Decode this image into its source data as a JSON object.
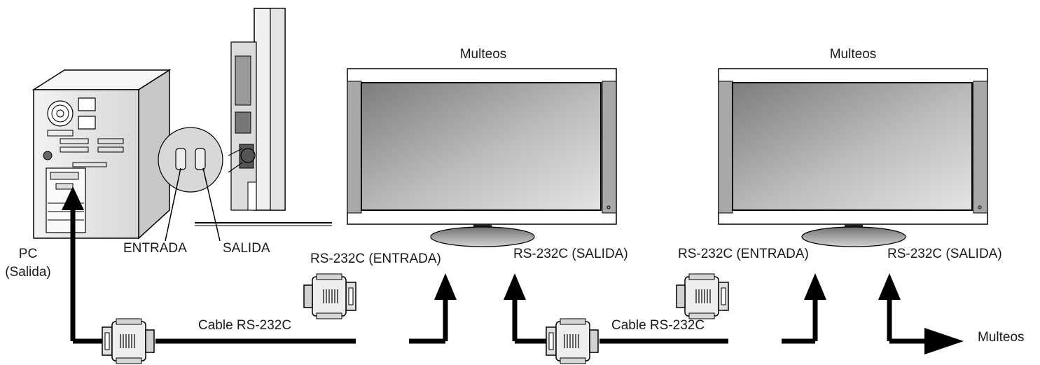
{
  "labels": {
    "monitor1_title": "Multeos",
    "monitor2_title": "Multeos",
    "pc_label_line1": "PC",
    "pc_label_line2": "(Salida)",
    "side_port_in": "ENTRADA",
    "side_port_out": "SALIDA",
    "m1_port_in": "RS-232C (ENTRADA)",
    "m1_port_out": "RS-232C (SALIDA)",
    "m2_port_in": "RS-232C (ENTRADA)",
    "m2_port_out": "RS-232C (SALIDA)",
    "cable1": "Cable RS-232C",
    "cable2": "Cable RS-232C",
    "next_device": "Multeos"
  },
  "colors": {
    "line": "#000000",
    "panel_gray": "#a8a8a8",
    "screen_dark": "#8c8c8c",
    "screen_light": "#d9d9d9",
    "pc_case": "#e6e6e6"
  }
}
